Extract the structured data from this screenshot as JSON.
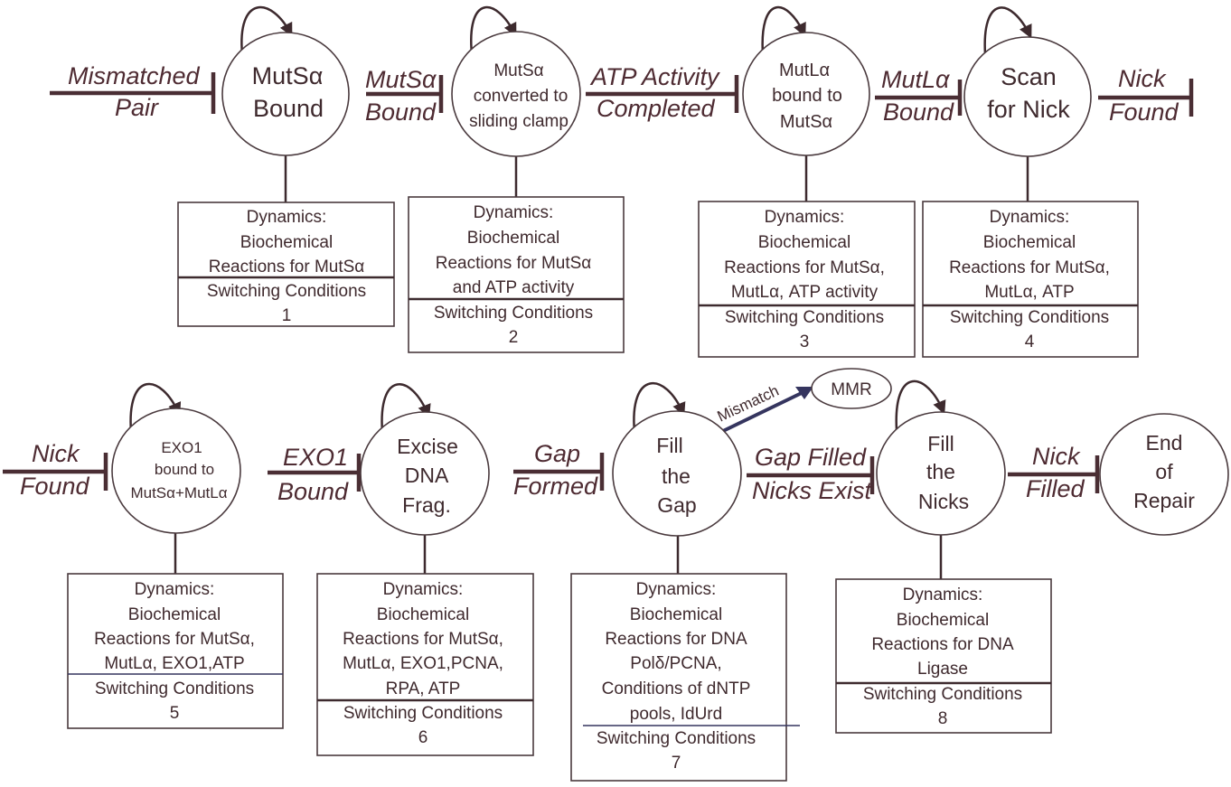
{
  "states": [
    {
      "id": "s1",
      "lines": [
        "MutSα",
        "Bound"
      ]
    },
    {
      "id": "s2",
      "lines": [
        "MutSα",
        "converted to",
        "sliding clamp"
      ]
    },
    {
      "id": "s3",
      "lines": [
        "MutLα",
        "bound to",
        "MutSα"
      ]
    },
    {
      "id": "s4",
      "lines": [
        "Scan",
        "for Nick"
      ]
    },
    {
      "id": "s5",
      "lines": [
        "EXO1",
        "bound to",
        "MutSα+MutLα"
      ]
    },
    {
      "id": "s6",
      "lines": [
        "Excise",
        "DNA",
        "Frag."
      ]
    },
    {
      "id": "s7",
      "lines": [
        "Fill",
        "the",
        "Gap"
      ]
    },
    {
      "id": "s8",
      "lines": [
        "Fill",
        "the",
        "Nicks"
      ]
    },
    {
      "id": "s9",
      "lines": [
        "End",
        "of",
        "Repair"
      ]
    },
    {
      "id": "mmr",
      "lines": [
        "MMR"
      ]
    }
  ],
  "transitions": [
    {
      "id": "t1",
      "lines": [
        "Mismatched",
        "Pair"
      ]
    },
    {
      "id": "t2",
      "lines": [
        "MutSα",
        "Bound"
      ]
    },
    {
      "id": "t3",
      "lines": [
        "ATP Activity",
        "Completed"
      ]
    },
    {
      "id": "t4",
      "lines": [
        "MutLα",
        "Bound"
      ]
    },
    {
      "id": "t5",
      "lines": [
        "Nick",
        "Found"
      ]
    },
    {
      "id": "t6",
      "lines": [
        "Nick",
        "Found"
      ]
    },
    {
      "id": "t7",
      "lines": [
        "EXO1",
        "Bound"
      ]
    },
    {
      "id": "t8",
      "lines": [
        "Gap",
        "Formed"
      ]
    },
    {
      "id": "t9",
      "lines": [
        "Gap Filled",
        "Nicks Exist"
      ]
    },
    {
      "id": "t10",
      "lines": [
        "Nick",
        "Filled"
      ]
    },
    {
      "id": "t11",
      "lines": [
        "Mismatch"
      ]
    }
  ],
  "boxes": [
    {
      "id": "b1",
      "dynamics": [
        "Dynamics:",
        "Biochemical",
        "Reactions for MutSα"
      ],
      "switching": "Switching Conditions",
      "number": "1"
    },
    {
      "id": "b2",
      "dynamics": [
        "Dynamics:",
        "Biochemical",
        "Reactions for MutSα",
        "and ATP activity"
      ],
      "switching": "Switching Conditions",
      "number": "2"
    },
    {
      "id": "b3",
      "dynamics": [
        "Dynamics:",
        "Biochemical",
        "Reactions for MutSα,",
        "MutLα, ATP activity"
      ],
      "switching": "Switching Conditions",
      "number": "3"
    },
    {
      "id": "b4",
      "dynamics": [
        "Dynamics:",
        "Biochemical",
        "Reactions for MutSα,",
        "MutLα, ATP"
      ],
      "switching": "Switching Conditions",
      "number": "4"
    },
    {
      "id": "b5",
      "dynamics": [
        "Dynamics:",
        "Biochemical",
        "Reactions for MutSα,",
        "MutLα, EXO1,ATP"
      ],
      "switching": "Switching Conditions",
      "number": "5"
    },
    {
      "id": "b6",
      "dynamics": [
        "Dynamics:",
        "Biochemical",
        "Reactions for MutSα,",
        "MutLα, EXO1,PCNA,",
        "RPA, ATP"
      ],
      "switching": "Switching Conditions",
      "number": "6"
    },
    {
      "id": "b7",
      "dynamics": [
        "Dynamics:",
        "Biochemical",
        "Reactions for DNA",
        "Polδ/PCNA,",
        "Conditions of dNTP",
        "pools, IdUrd"
      ],
      "switching": "Switching Conditions",
      "number": "7"
    },
    {
      "id": "b8",
      "dynamics": [
        "Dynamics:",
        "Biochemical",
        "Reactions for DNA",
        "Ligase"
      ],
      "switching": "Switching Conditions",
      "number": "8"
    }
  ],
  "colors": {
    "ink": "#3f2a2e",
    "arrow": "#4a2e34",
    "label": "#4e2b32",
    "accent_line": "#35355f"
  }
}
